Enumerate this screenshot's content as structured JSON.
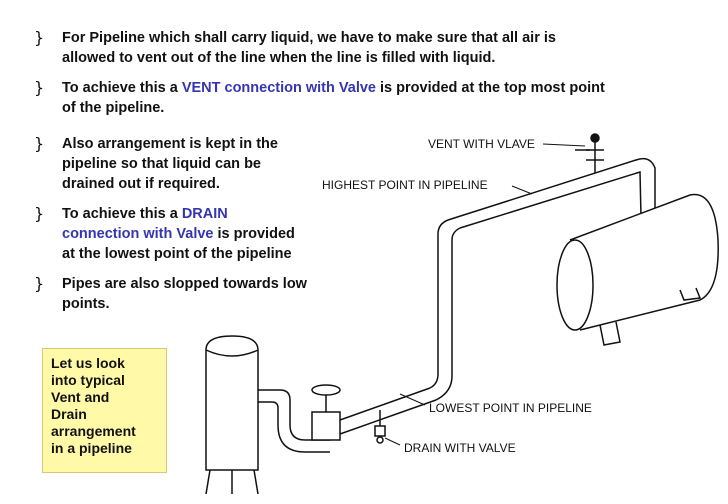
{
  "bullets": [
    {
      "mark": "}",
      "lines": [
        {
          "plain": "For Pipeline which shall carry liquid, we have to make sure that all air is"
        },
        {
          "plain": "allowed to vent out of the line when the line is filled with liquid."
        }
      ]
    },
    {
      "mark": "}",
      "lines": [
        {
          "pre": "To achieve this a ",
          "hl": "VENT connection with Valve",
          "post": " is provided at the top most point"
        },
        {
          "plain": "of the pipeline."
        }
      ]
    },
    {
      "mark": "}",
      "lines": [
        {
          "plain": "Also arrangement is kept in the"
        },
        {
          "plain": "pipeline so that liquid can be"
        },
        {
          "plain": "drained out if required."
        }
      ]
    },
    {
      "mark": "}",
      "lines": [
        {
          "pre": "To achieve this a ",
          "hl": "DRAIN"
        },
        {
          "hl": "connection with Valve",
          "post": " is provided"
        },
        {
          "plain": "at the lowest point of the pipeline"
        }
      ]
    },
    {
      "mark": "}",
      "lines": [
        {
          "plain": "Pipes are also slopped towards low"
        },
        {
          "plain": "points."
        }
      ]
    }
  ],
  "callout": {
    "lines": [
      "Let us look",
      "into typical",
      "Vent and",
      "Drain",
      "arrangement",
      "in a pipeline"
    ]
  },
  "diagram": {
    "labels": {
      "vent": "VENT WITH VLAVE",
      "highest": "HIGHEST POINT IN PIPELINE",
      "lowest": "LOWEST POINT IN PIPELINE",
      "drain": "DRAIN WITH VALVE"
    }
  },
  "colors": {
    "highlight": "#3535b0",
    "callout_bg": "#fff9a8"
  }
}
